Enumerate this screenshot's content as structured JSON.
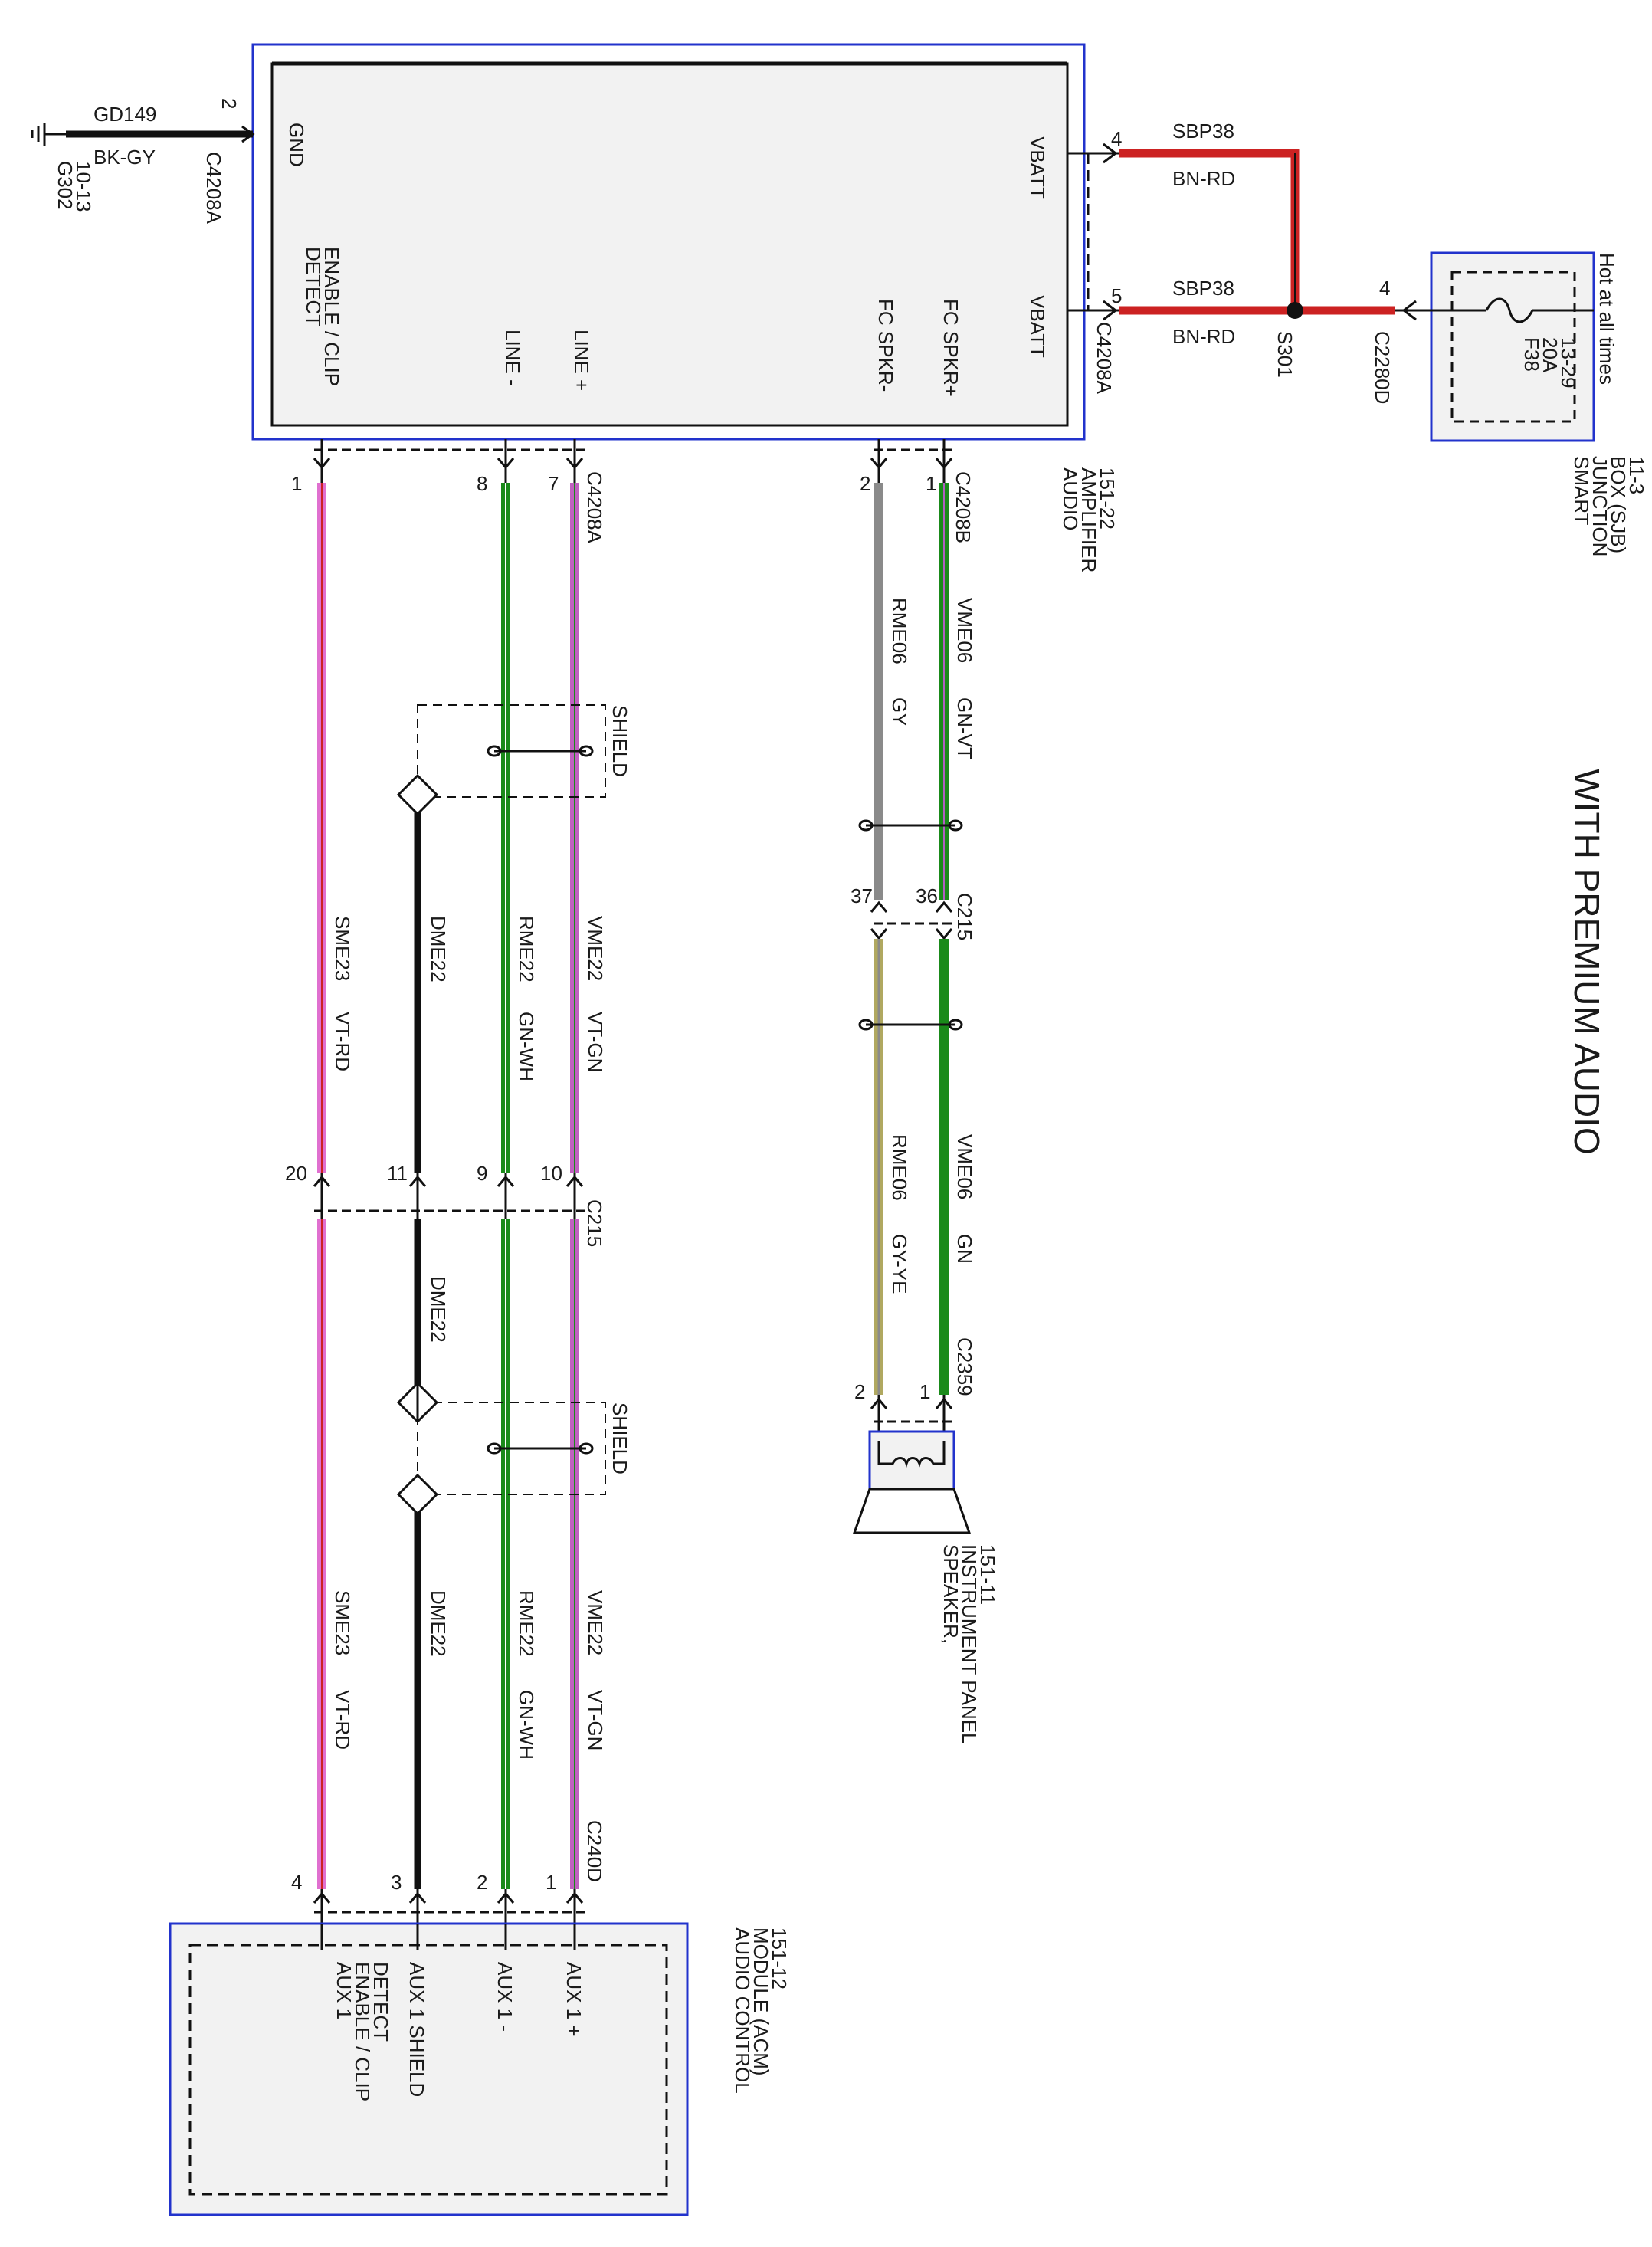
{
  "title": "WITH PREMIUM AUDIO",
  "ground": {
    "circuit": "GD149",
    "color_code": "BK-GY",
    "pin": "2",
    "connector": "C4208A",
    "name": "G302",
    "ref": "10-13"
  },
  "amplifier": {
    "name": [
      "AUDIO",
      "AMPLIFIER",
      "151-22"
    ],
    "pins": {
      "gnd": "GND",
      "vbatt1": "VBATT",
      "vbatt2": "VBATT",
      "enable": [
        "ENABLE / CLIP",
        "DETECT"
      ],
      "line_minus": "LINE -",
      "line_plus": "LINE +",
      "fc_spkr_minus": "FC SPKR-",
      "fc_spkr_plus": "FC SPKR+"
    }
  },
  "power": {
    "pin_a": "4",
    "pin_b": "5",
    "connector": "C4208A",
    "wire_a": {
      "circuit": "SBP38",
      "color_code": "BN-RD"
    },
    "wire_b": {
      "circuit": "SBP38",
      "color_code": "BN-RD"
    },
    "splice": "S301",
    "sjb_pin": "4",
    "sjb_connector": "C2280D",
    "fuse": {
      "name": "F38",
      "rating": "20A",
      "ref": "13-29"
    },
    "hot_label": "Hot at all times",
    "sjb_name": [
      "SMART",
      "JUNCTION",
      "BOX (SJB)",
      "11-3"
    ]
  },
  "connectors": {
    "amp_b": "C4208B",
    "amp_a": "C4208A",
    "inline": "C215",
    "speaker": "C2359",
    "acm": "C240D"
  },
  "pins": {
    "amp_b": [
      "1",
      "2"
    ],
    "amp_a": [
      "7",
      "8",
      "1"
    ],
    "c215_speaker": [
      "36",
      "37"
    ],
    "c215_aux": [
      "10",
      "9",
      "11",
      "20"
    ],
    "speaker": [
      "1",
      "2"
    ],
    "acm": [
      "1",
      "2",
      "3",
      "4"
    ]
  },
  "wires": {
    "vme06_a": {
      "circuit": "VME06",
      "color_code": "GN-VT"
    },
    "rme06_a": {
      "circuit": "RME06",
      "color_code": "GY"
    },
    "vme06_b": {
      "circuit": "VME06",
      "color_code": "GN"
    },
    "rme06_b": {
      "circuit": "RME06",
      "color_code": "GY-YE"
    },
    "vme22_a": {
      "circuit": "VME22",
      "color_code": "VT-GN"
    },
    "rme22_a": {
      "circuit": "RME22",
      "color_code": "GN-WH"
    },
    "sme23_a": {
      "circuit": "SME23",
      "color_code": "VT-RD"
    },
    "dme22_a": {
      "circuit": "DME22"
    },
    "dme22_b": {
      "circuit": "DME22"
    },
    "vme22_b": {
      "circuit": "VME22",
      "color_code": "VT-GN"
    },
    "rme22_b": {
      "circuit": "RME22",
      "color_code": "GN-WH"
    },
    "dme22_c": {
      "circuit": "DME22"
    },
    "sme23_b": {
      "circuit": "SME23",
      "color_code": "VT-RD"
    }
  },
  "shield_label": "SHIELD",
  "speaker": {
    "name": [
      "SPEAKER,",
      "INSTRUMENT PANEL",
      "151-11"
    ]
  },
  "acm": {
    "name": [
      "AUDIO CONTROL",
      "MODULE (ACM)",
      "151-12"
    ],
    "pins": {
      "aux_plus": "AUX 1 +",
      "aux_minus": "AUX 1 -",
      "aux_shield": "AUX 1 SHIELD",
      "aux_enable": [
        "AUX 1",
        "ENABLE / CLIP",
        "DETECT"
      ]
    }
  },
  "colors": {
    "frame": "#2233cc",
    "box_fill": "#f2f2f2",
    "red": "#cc2222",
    "green": "#1a8a1a",
    "violet": "#c060c0",
    "pink": "#e070d0",
    "gray": "#8a8a8a",
    "gray_yellow": "#b0a860",
    "black": "#111111"
  }
}
